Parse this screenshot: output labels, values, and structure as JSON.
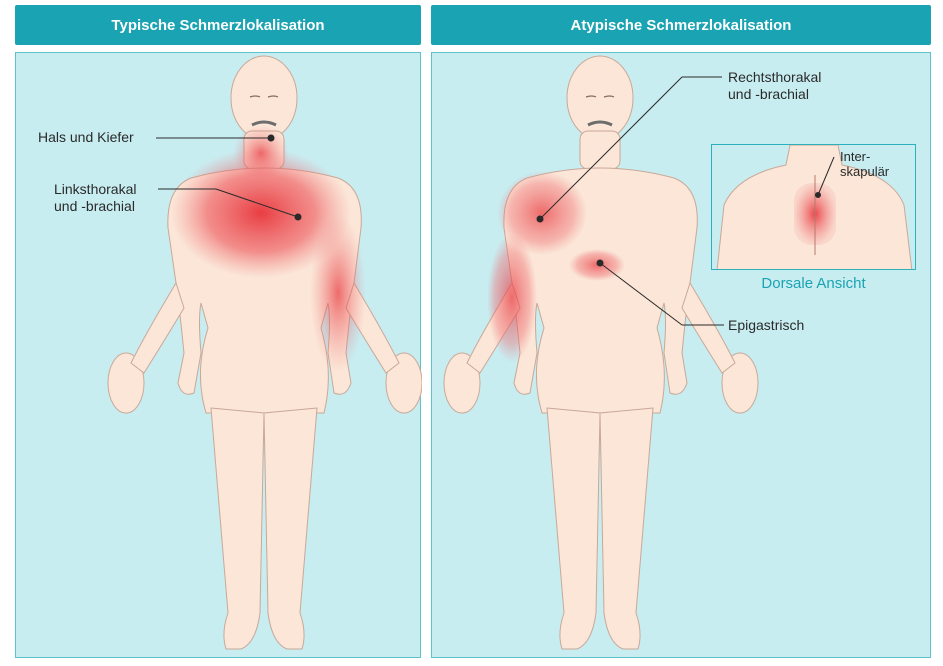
{
  "left_panel": {
    "title": "Typische Schmerzlokalisation",
    "labels": {
      "neck": "Hals und Kiefer",
      "left_thorax_line1": "Linksthorakal",
      "left_thorax_line2": "und -brachial"
    }
  },
  "right_panel": {
    "title": "Atypische Schmerzlokalisation",
    "labels": {
      "right_thorax_line1": "Rechtsthorakal",
      "right_thorax_line2": "und -brachial",
      "interscap_line1": "Inter-",
      "interscap_line2": "skapulär",
      "epigastric": "Epigastrisch"
    },
    "inset_caption": "Dorsale Ansicht"
  },
  "colors": {
    "header": "#1aa3b2",
    "panel_bg": "#c8edf1",
    "skin": "#fbe6d7",
    "pain": "#e8353b"
  }
}
